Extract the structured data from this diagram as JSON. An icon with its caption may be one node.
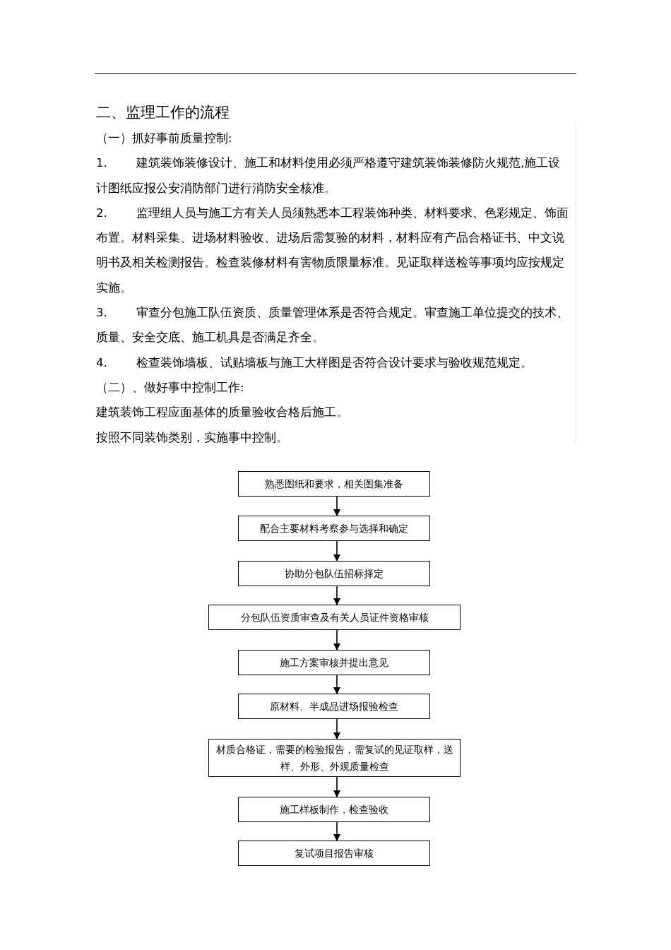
{
  "diagram": {
    "title": "二、监理工作的流程",
    "nodes": [
      {
        "text": [
          "熟悉图纸和要求，相关图集准备"
        ]
      },
      {
        "text": [
          "配合主要材料考察参与选择和确定"
        ]
      },
      {
        "text": [
          "协助分包队伍招标择定"
        ]
      },
      {
        "text": [
          "分包队伍资质审查及有关人员证件资格审核"
        ]
      },
      {
        "text": [
          "施工方案审核并提出意见"
        ]
      },
      {
        "text": [
          "原材料、半成品进场报验检查"
        ]
      },
      {
        "text": [
          "材质合格证，需要的检验报告，需复试的见证取样，送样、外形、外观质量检查"
        ]
      },
      {
        "text": [
          "施工样板制作，检查验收"
        ]
      },
      {
        "text": [
          "复试项目报告审核"
        ]
      }
    ],
    "edges": [
      {
        "from": 0,
        "to": 1,
        "arrow": "to"
      },
      {
        "from": 1,
        "to": 2,
        "arrow": "to"
      },
      {
        "from": 2,
        "to": 3,
        "arrow": "to"
      },
      {
        "from": 3,
        "to": 4,
        "arrow": "to"
      },
      {
        "from": 4,
        "to": 5,
        "arrow": "to"
      },
      {
        "from": 5,
        "to": 6,
        "arrow": "to"
      },
      {
        "from": 6,
        "to": 7,
        "arrow": "to"
      },
      {
        "from": 7,
        "to": 8,
        "arrow": "to"
      }
    ],
    "labels": [
      "（一）抓好事前质量控制:",
      "1.",
      "建筑装饰装修设计、施工和材料使用必须严格遵守建筑装饰装修防火规范,施工设计图纸应报公安消防部门进行消防安全核准。",
      "2.",
      "监理组人员与施工方有关人员须熟悉本工程装饰种类、材料要求、色彩规定、饰面布置。材料采集、进场材料验收、进场后需复验的材料，材料应有产品合格证书、中文说明书及相关检测报告。检查装修材料有害物质限量标准。见证取样送检等事项均应按规定实施。",
      "3.",
      "审查分包施工队伍资质、质量管理体系是否符合规定。审查施工单位提交的技术、质量、安全交底、施工机具是否满足齐全。",
      "4.",
      "检查装饰墙板、试贴墙板与施工大样图是否符合设计要求与验收规范规定。",
      "（二）、做好事中控制工作:",
      "建筑装饰工程应面基体的质量验收合格后施工。",
      "按照不同装饰类别，实施事中控制。"
    ]
  }
}
